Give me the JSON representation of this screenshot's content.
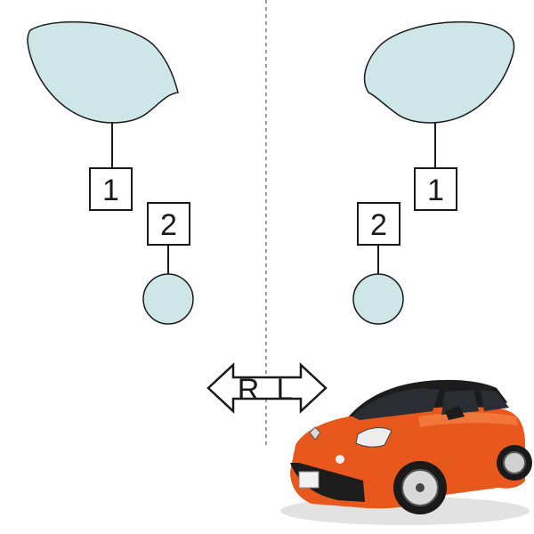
{
  "colors": {
    "mirror_fill": "#cfe6e9",
    "outline": "#1a1a1a",
    "divider": "#7a7a7a",
    "car_body": "#e8581c",
    "car_dark": "#1c1c1c",
    "car_glass": "#2a2e33"
  },
  "left_side": {
    "mirror_label": "1",
    "blindspot_label": "2"
  },
  "right_side": {
    "mirror_label": "1",
    "blindspot_label": "2"
  },
  "direction_arrow": {
    "left_letter": "R",
    "right_letter": "L"
  },
  "car_image": {
    "icon": "orange-hatchback-car-illustration"
  }
}
